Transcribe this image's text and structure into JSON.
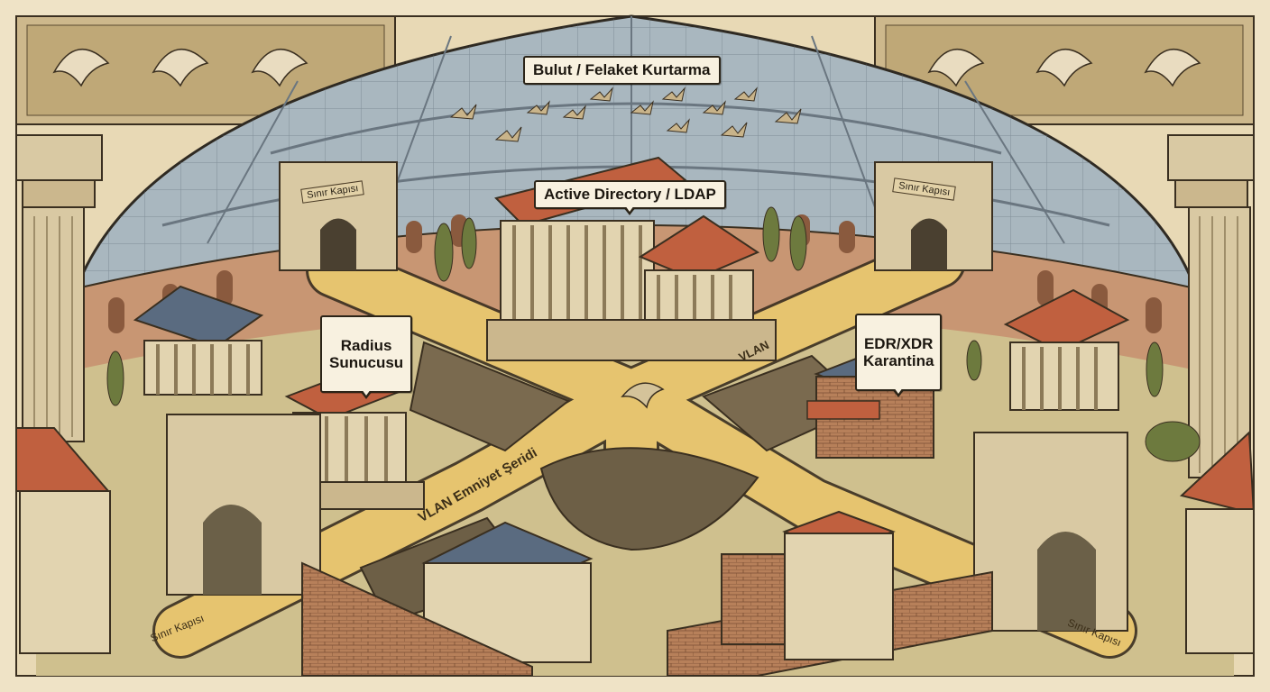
{
  "labels": {
    "cloud": "Bulut / Felaket Kurtarma",
    "directory": "Active Directory / LDAP",
    "radius": "Radius\nSunucusu",
    "edr": "EDR/XDR\nKarantina"
  },
  "gates": {
    "top_left": "Sınır Kapısı",
    "top_right": "Sınır Kapısı",
    "bottom_left": "Sınır Kapısı",
    "bottom_right": "Sınır Kapısı"
  },
  "roads": {
    "vlan_lane": "VLAN Emniyet Şeridi",
    "vlan": "VLAN"
  },
  "colors": {
    "parchment": "#efe3c6",
    "road": "#e6c46f",
    "dome": "#8fa0ad",
    "terracotta": "#c0603f",
    "slate_roof": "#5a6b80",
    "stone": "#d9c9a3",
    "ink": "#2b2418"
  }
}
